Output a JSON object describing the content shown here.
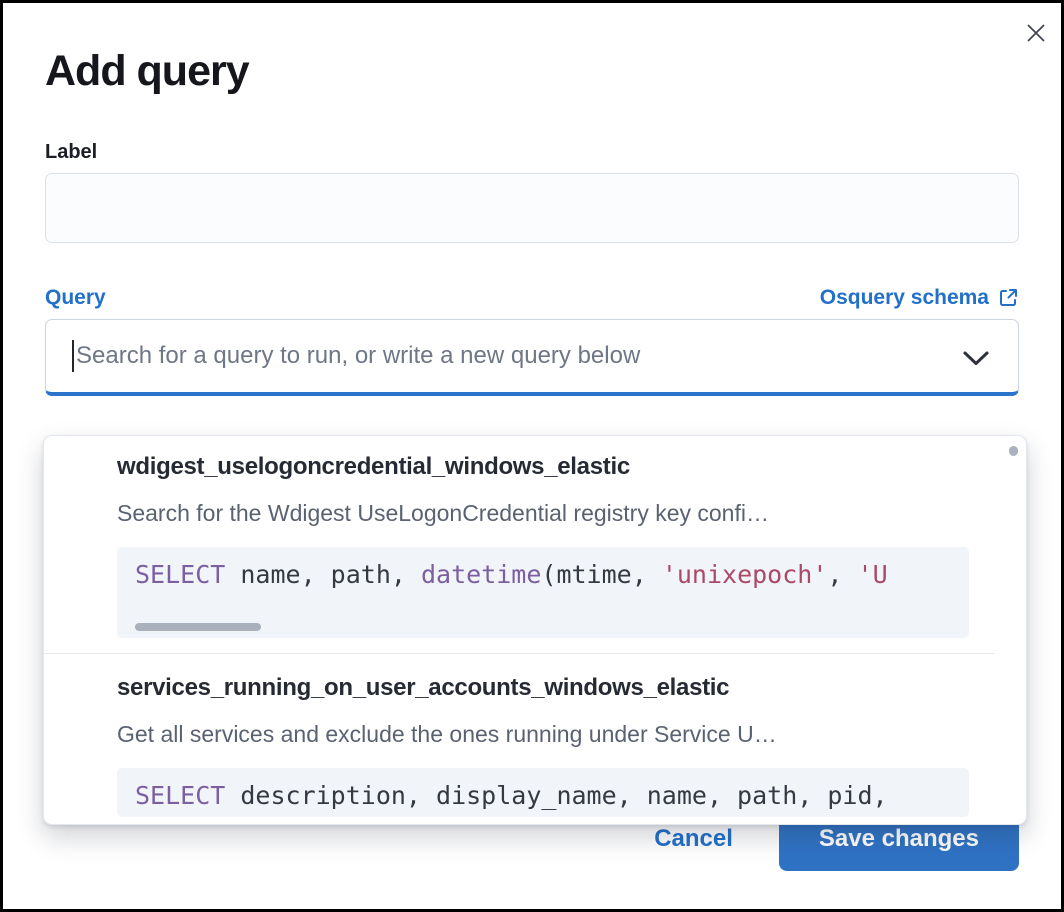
{
  "modal": {
    "title": "Add query"
  },
  "form": {
    "label_field": {
      "label": "Label",
      "value": ""
    },
    "query_field": {
      "label": "Query",
      "schema_link_label": "Osquery schema",
      "combobox_value": "",
      "combobox_placeholder": "Search for a query to run, or write a new query below"
    }
  },
  "dropdown": {
    "options": [
      {
        "id": "wdigest_uselogoncredential_windows_elastic",
        "description": "Search for the Wdigest UseLogonCredential registry key confi…",
        "sql": [
          {
            "t": "SELECT",
            "type": "keyword"
          },
          {
            "t": " name, path, ",
            "type": "plain"
          },
          {
            "t": "datetime",
            "type": "keyword"
          },
          {
            "t": "(mtime, ",
            "type": "plain"
          },
          {
            "t": "'unixepoch'",
            "type": "string"
          },
          {
            "t": ", ",
            "type": "plain"
          },
          {
            "t": "'U",
            "type": "string"
          }
        ]
      },
      {
        "id": "services_running_on_user_accounts_windows_elastic",
        "description": "Get all services and exclude the ones running under Service U…",
        "sql": [
          {
            "t": "SELECT",
            "type": "keyword"
          },
          {
            "t": " description, display_name, name, path, pid,",
            "type": "plain"
          }
        ]
      }
    ]
  },
  "footer": {
    "cancel_label": "Cancel",
    "save_label": "Save changes"
  },
  "icons": {
    "close": "close-icon",
    "external_link": "external-link-icon",
    "chevron_down": "chevron-down-icon"
  },
  "colors": {
    "accent_blue": "#2270cb",
    "focus_underline_blue": "#2b74cc",
    "save_button_blue": "#2f72c4",
    "code_keyword_purple": "#7b5fa0",
    "code_string_red": "#aa4a66",
    "code_background": "#f1f4f9",
    "title_text": "#15171c",
    "option_description_gray": "#5a6271"
  }
}
